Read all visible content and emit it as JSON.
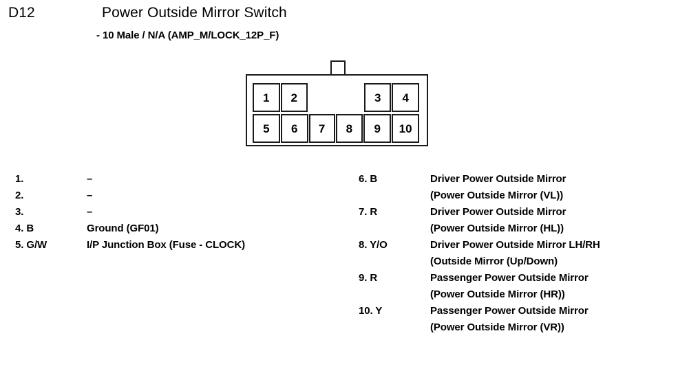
{
  "header": {
    "code": "D12",
    "title": "Power Outside Mirror Switch",
    "subtitle": "- 10 Male / N/A (AMP_M/LOCK_12P_F)"
  },
  "connector": {
    "tab_label": "",
    "top_row": [
      "1",
      "2",
      "3",
      "4"
    ],
    "bottom_row": [
      "5",
      "6",
      "7",
      "8",
      "9",
      "10"
    ]
  },
  "pins_left": [
    {
      "num": "1. ",
      "color": "–",
      "desc": "–",
      "desc2": ""
    },
    {
      "num": "2. ",
      "color": "–",
      "desc": "–",
      "desc2": ""
    },
    {
      "num": "3. ",
      "color": "–",
      "desc": "–",
      "desc2": ""
    },
    {
      "num": "4. B",
      "color": "B",
      "desc": "Ground (GF01)",
      "desc2": ""
    },
    {
      "num": "5. G/W",
      "color": "G/W",
      "desc": "I/P Junction Box (Fuse - CLOCK)",
      "desc2": ""
    }
  ],
  "pins_right": [
    {
      "num": "6. B",
      "color": "B",
      "desc": "Driver Power Outside Mirror",
      "desc2": "(Power Outside Mirror (VL))"
    },
    {
      "num": "7. R",
      "color": "R",
      "desc": "Driver Power Outside Mirror",
      "desc2": "(Power Outside Mirror (HL))"
    },
    {
      "num": "8. Y/O",
      "color": "Y/O",
      "desc": "Driver Power Outside Mirror LH/RH",
      "desc2": "(Outside Mirror (Up/Down)"
    },
    {
      "num": "9. R",
      "color": "R",
      "desc": "Passenger Power Outside Mirror",
      "desc2": "(Power Outside Mirror (HR))"
    },
    {
      "num": "10. Y",
      "color": "Y",
      "desc": "Passenger Power Outside Mirror",
      "desc2": "(Power Outside Mirror (VR))"
    }
  ],
  "pins_left_rows": {
    "r0n": "1. ",
    "r0d": "–",
    "r0x": "–",
    "r1n": "2. ",
    "r1d": "–",
    "r1x": "–",
    "r2n": "3. ",
    "r2d": "–",
    "r2x": "–",
    "r3n": "4. B",
    "r3d": "Ground (GF01)",
    "r4n": "5. G/W",
    "r4d": "I/P Junction Box (Fuse - CLOCK)"
  },
  "pins_right_rows": {
    "r0n": "6. B",
    "r0d": "Driver Power Outside Mirror",
    "r0e": "(Power Outside Mirror (VL))",
    "r1n": "7. R",
    "r1d": "Driver Power Outside Mirror",
    "r1e": "(Power Outside Mirror (HL))",
    "r2n": "8. Y/O",
    "r2d": "Driver Power Outside Mirror LH/RH",
    "r2e": "(Outside Mirror (Up/Down)",
    "r3n": "9. R",
    "r3d": "Passenger Power Outside Mirror",
    "r3e": "(Power Outside Mirror (HR))",
    "r4n": "10. Y",
    "r4d": "Passenger Power Outside Mirror",
    "r4e": "(Power Outside Mirror (VR))"
  },
  "colors": {
    "ink": "#000000",
    "line": "#1a1a1a",
    "background": "#ffffff"
  }
}
